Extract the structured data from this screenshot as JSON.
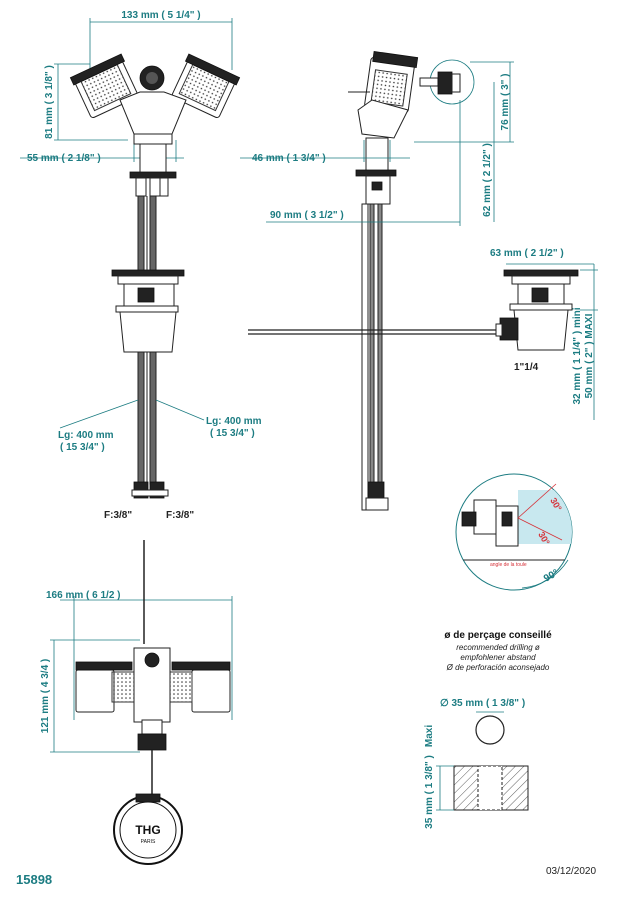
{
  "front_view": {
    "width_dim": "133 mm ( 5 1/4\" )",
    "height_dim": "81 mm ( 3 1/8\" )",
    "offset_dim": "55 mm ( 2 1/8\" )",
    "hose_left": "Lg: 400 mm",
    "hose_left_in": "( 15 3/4\" )",
    "hose_right": "Lg: 400 mm",
    "hose_right_in": "( 15 3/4\" )",
    "fitting_left": "F:3/8\"",
    "fitting_right": "F:3/8\""
  },
  "side_view": {
    "reach_dim": "46 mm ( 1 3/4\" )",
    "spout_height": "76 mm ( 3\" )",
    "height_dim": "62 mm ( 2 1/2\" )",
    "projection_dim": "90 mm ( 3 1/2\" )"
  },
  "waste": {
    "diameter_dim": "63 mm ( 2 1/2\" )",
    "thread": "1\"1/4",
    "min_dim": "32 mm ( 1 1/4\" ) mini",
    "max_dim": "50 mm ( 2\" ) MAXI"
  },
  "detail": {
    "angle_top": "30°",
    "angle_mid": "30°",
    "angle_bottom": "90°",
    "note": "angle de la toule"
  },
  "top_view": {
    "width_dim": "166 mm ( 6 1/2 )",
    "depth_dim": "121 mm ( 4 3/4 )",
    "logo_text": "THG",
    "logo_sub": "PARIS"
  },
  "drilling": {
    "title": "ø de perçage conseillé",
    "en": "recommended drilling ø",
    "de": "empfohlener abstand",
    "es": "Ø de perforación aconsejado",
    "diameter_dim": "∅ 35 mm ( 1 3/8\" )",
    "thickness_dim": "35 mm ( 1 3/8\" )",
    "maxi": "Maxi"
  },
  "footer": {
    "reference": "15898",
    "date": "03/12/2020"
  },
  "colors": {
    "dimension": "#1c7c82",
    "annotation": "#d6333a",
    "detail_fill": "#c8e8ef"
  }
}
